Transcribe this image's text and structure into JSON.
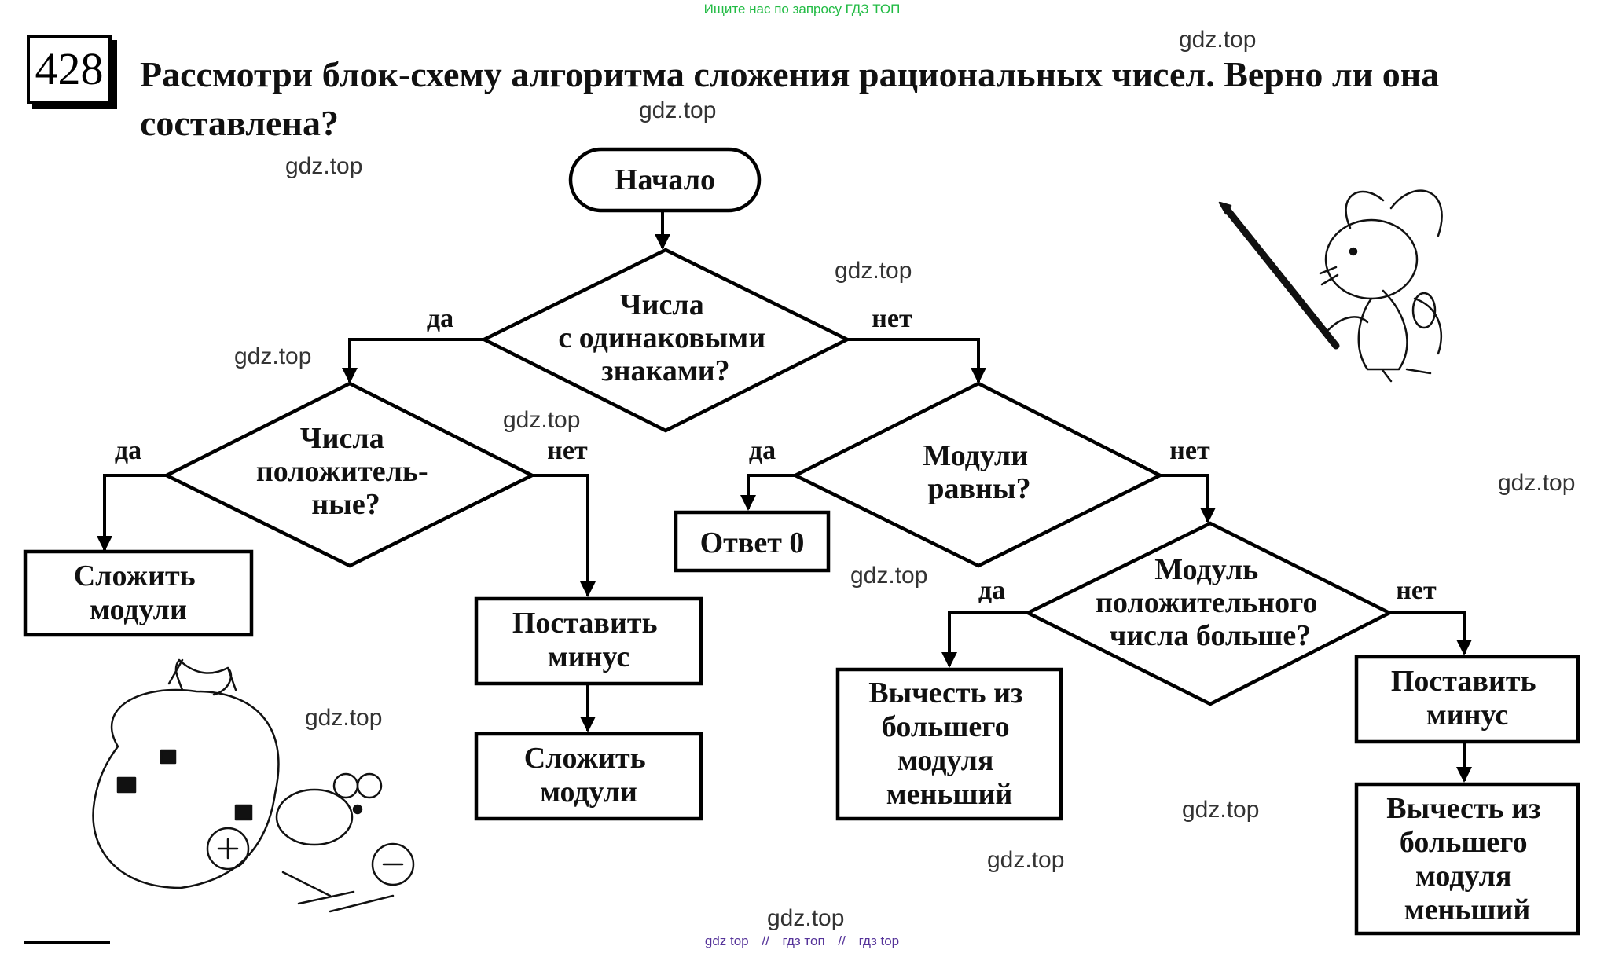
{
  "site_banner": "Ищите нас по запросу ГДЗ ТОП",
  "task": {
    "number": "428",
    "text": "Рассмотри блок-схему алгоритма сложения рациональных чисел. Верно ли она составлена?"
  },
  "watermark": "gdz.top",
  "footer_links": [
    "gdz top",
    "//",
    "гдз топ",
    "//",
    "гдз top"
  ],
  "flowchart": {
    "start": "Начало",
    "decision_same_signs": [
      "Числа",
      "с одинаковыми",
      "знаками?"
    ],
    "decision_positive": [
      "Числа",
      "положитель-",
      "ные?"
    ],
    "decision_moduli_equal": [
      "Модули",
      "равны?"
    ],
    "decision_positive_greater": [
      "Модуль",
      "положительного",
      "числа больше?"
    ],
    "box_add_moduli_left": [
      "Сложить",
      "модули"
    ],
    "box_put_minus_mid": [
      "Поставить",
      "минус"
    ],
    "box_add_moduli_mid": [
      "Сложить",
      "модули"
    ],
    "box_answer_zero": "Ответ 0",
    "box_subtract_left": [
      "Вычесть из",
      "большего",
      "модуля",
      "меньший"
    ],
    "box_put_minus_right": [
      "Поставить",
      "минус"
    ],
    "box_subtract_right": [
      "Вычесть из",
      "большего",
      "модуля",
      "меньший"
    ],
    "yes": "да",
    "no": "нет"
  }
}
